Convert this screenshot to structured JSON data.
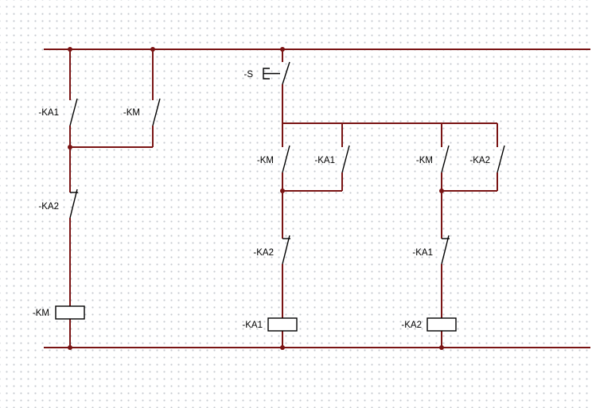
{
  "diagram": {
    "type": "relay-ladder-schematic",
    "colors": {
      "wire": "#7a1414",
      "symbol": "#000000",
      "grid_dot": "#c6c9cf",
      "background": "#ffffff"
    },
    "switch": {
      "label": "-S",
      "contact": "NO",
      "actuation": "manual"
    },
    "rung1": {
      "parallel_contact_a": {
        "label": "-KA1",
        "type": "NO"
      },
      "parallel_contact_b": {
        "label": "-KM",
        "type": "NO"
      },
      "series_contact": {
        "label": "-KA2",
        "type": "NC"
      },
      "coil": {
        "label": "-KM"
      }
    },
    "rung2": {
      "parallel_contact_a": {
        "label": "-KM",
        "type": "NO"
      },
      "parallel_contact_b": {
        "label": "-KA1",
        "type": "NO"
      },
      "series_contact": {
        "label": "-KA2",
        "type": "NC"
      },
      "coil": {
        "label": "-KA1"
      }
    },
    "rung3": {
      "parallel_contact_a": {
        "label": "-KM",
        "type": "NO"
      },
      "parallel_contact_b": {
        "label": "-KA2",
        "type": "NO"
      },
      "series_contact": {
        "label": "-KA1",
        "type": "NC"
      },
      "coil": {
        "label": "-KA2"
      }
    }
  }
}
